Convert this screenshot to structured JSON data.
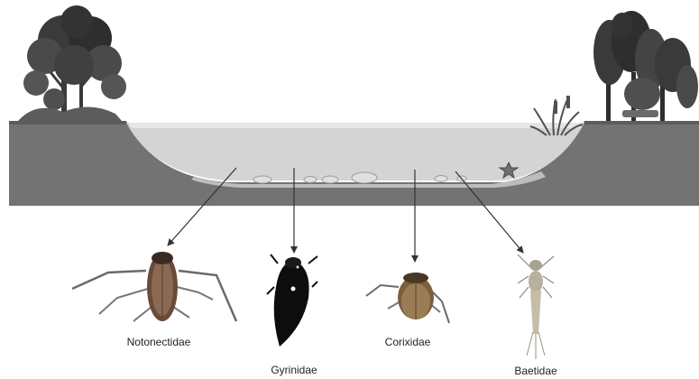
{
  "labels": {
    "notonectidae": "Notonectidae",
    "gyrinidae": "Gyrinidae",
    "corixidae": "Corixidae",
    "baetidae": "Baetidae"
  },
  "colors": {
    "bank": "#737373",
    "bank_dark": "#5c5c5c",
    "water": "#d4d4d4",
    "water_surface": "#e6e6e6",
    "pond_bottom": "#bdbdbd",
    "tree_dark": "#2e2e2e",
    "tree_mid": "#4a4a4a",
    "arrow": "#333333"
  },
  "icons": {
    "left_tree": "deciduous-tree-icon",
    "right_trees": "tree-cluster-icon",
    "reeds": "reed-plant-icon",
    "starfish": "starfish-icon",
    "stones": "pebble-icon"
  }
}
